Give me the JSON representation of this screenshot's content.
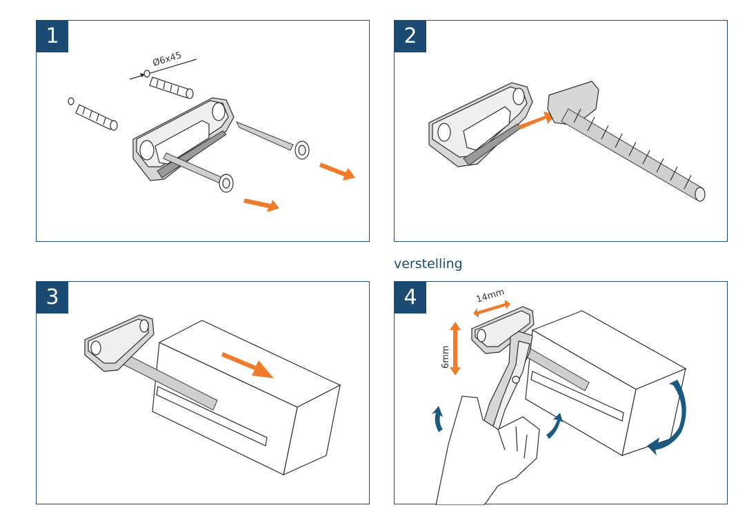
{
  "steps": [
    {
      "number": "1"
    },
    {
      "number": "2"
    },
    {
      "number": "3"
    },
    {
      "number": "4"
    }
  ],
  "labels": {
    "plug_size": "Ø6x45",
    "adjust_caption": "verstelling",
    "horizontal_range": "14mm",
    "vertical_range": "6mm"
  },
  "colors": {
    "frame": "#1f4a6e",
    "badge": "#1b4a72",
    "arrow_orange": "#f07c2b",
    "arrow_blue": "#1b5a80"
  }
}
